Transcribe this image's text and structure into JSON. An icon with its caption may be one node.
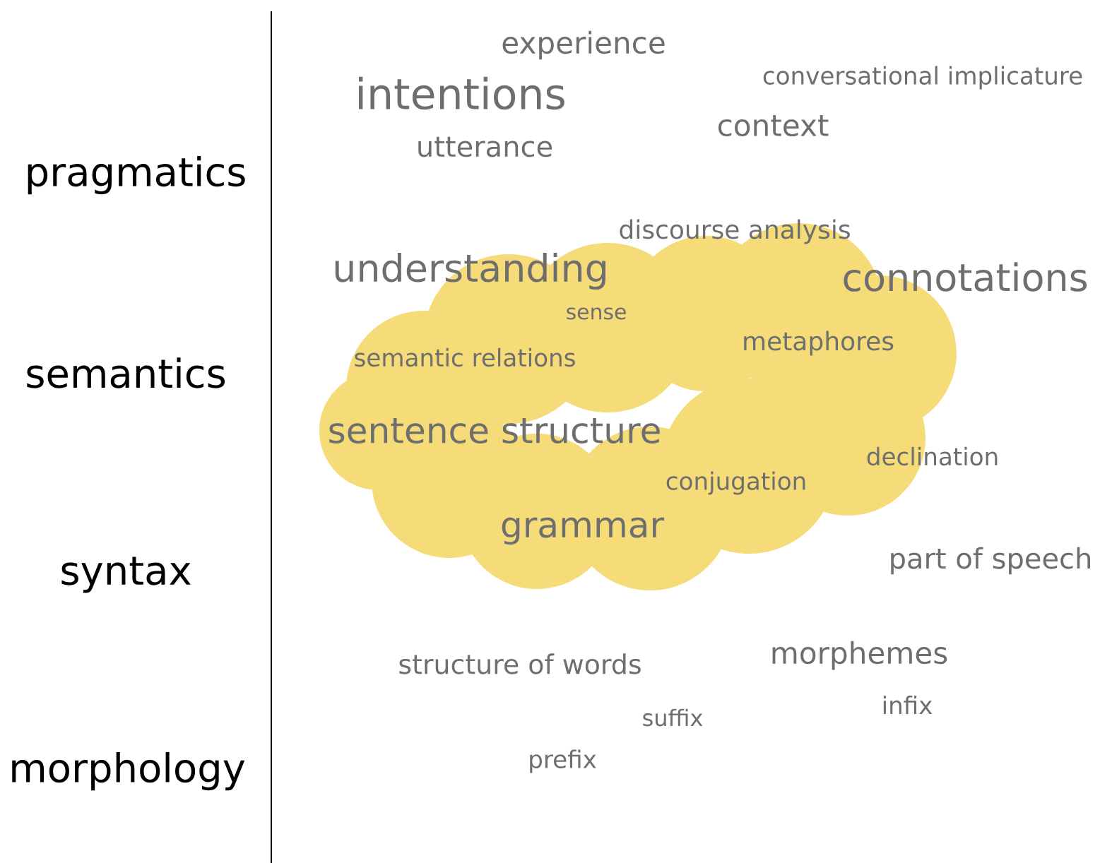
{
  "diagram": {
    "labels": [
      "pragmatics",
      "semantics",
      "syntax",
      "morphology",
      "experience",
      "conversational implicature",
      "intentions",
      "context",
      "utterance",
      "discourse analysis",
      "understanding",
      "connotations",
      "sense",
      "metaphores",
      "semantic relations",
      "sentence structure",
      "declination",
      "conjugation",
      "grammar",
      "part of speech",
      "morphemes",
      "structure of words",
      "infix",
      "suffix",
      "prefix"
    ]
  }
}
